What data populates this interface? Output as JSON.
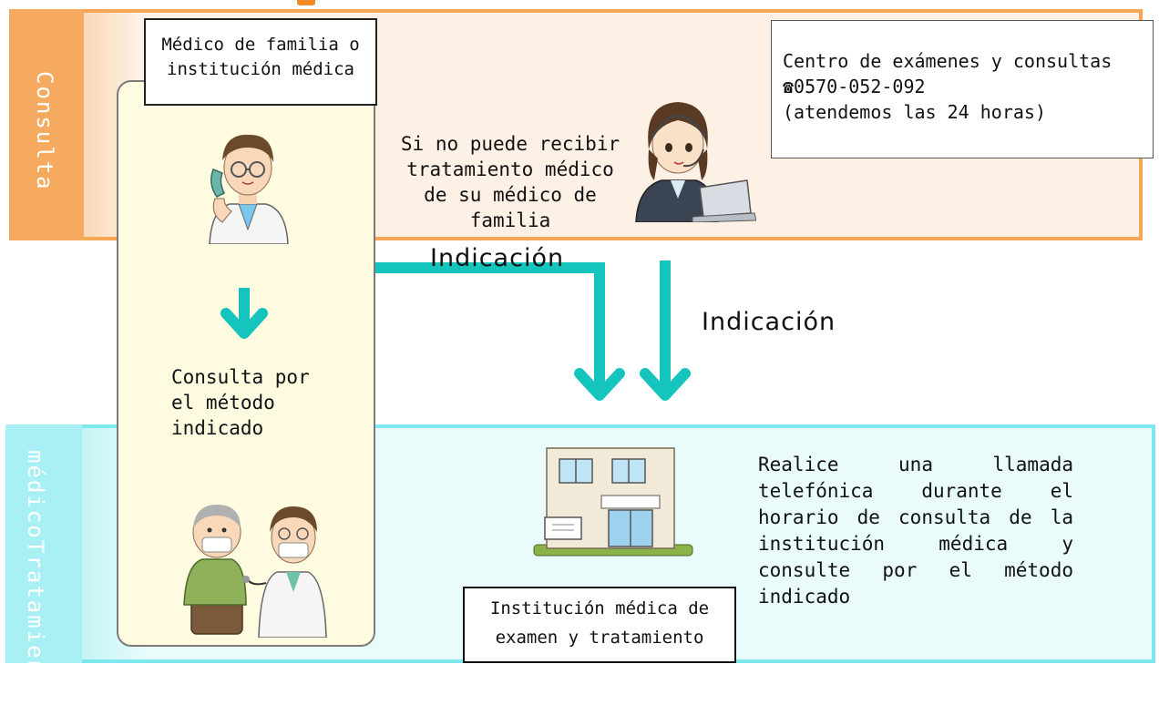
{
  "sections": {
    "consulta_label": "Consulta",
    "tratamiento_label_line1": "Tratamiento",
    "tratamiento_label_line2": "médico"
  },
  "doctor_box": {
    "line1": "Médico de familia o",
    "line2": "institución médica"
  },
  "center_box": {
    "name": "Centro de exámenes y consultas",
    "phone": "☎0570-052-092",
    "hours": "(atendemos las 24 horas)"
  },
  "if_not_text": {
    "line1": "Si no puede recibir",
    "line2": "tratamiento médico",
    "line3": "de su médico de",
    "line4": "familia"
  },
  "indication_labels": [
    "Indicación",
    "Indicación"
  ],
  "consulta_method_text": {
    "line1": "Consulta por",
    "line2": "el método",
    "line3": "indicado"
  },
  "institution_box": {
    "line1": "Institución médica de",
    "line2": "examen y tratamiento"
  },
  "llamada_text": "Realice una llamada telefónica durante el horario de consulta de la institución médica y consulte por el método indicado",
  "colors": {
    "consulta_orange": "#f5a756",
    "consulta_bg": "#fdf1e6",
    "tratamiento_cyan": "#7de8ee",
    "tratamiento_bg": "#e9fbfb",
    "arrow_teal": "#14c4bd",
    "doctor_panel_bg": "#fefbe0"
  },
  "icons": [
    "doctor-on-phone-icon",
    "call-center-operator-icon",
    "patient-and-doctor-icon",
    "clinic-building-icon"
  ]
}
